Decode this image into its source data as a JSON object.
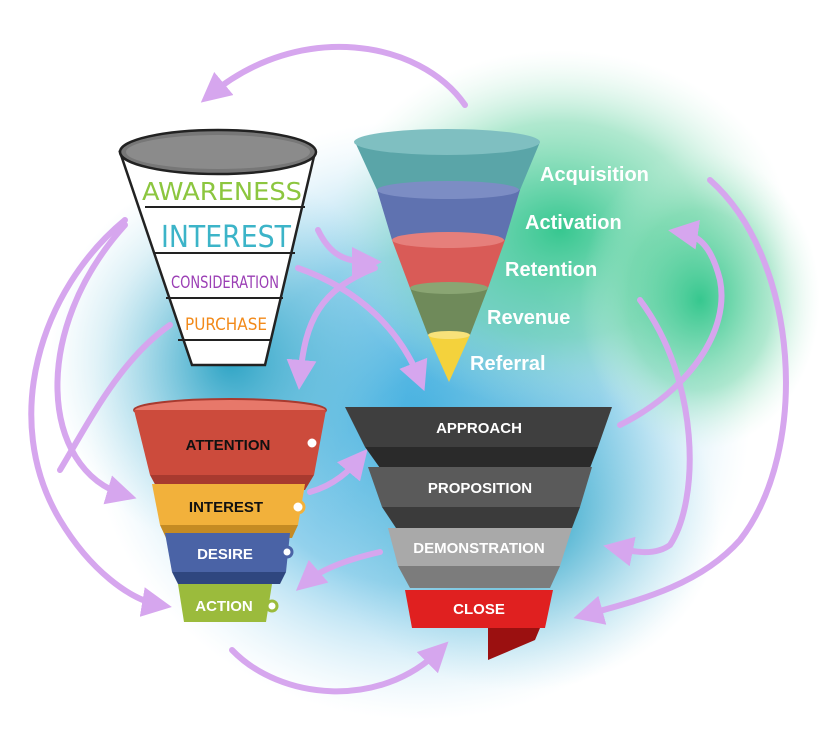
{
  "funnel_sketch": {
    "stages": [
      "AWARENESS",
      "INTEREST",
      "CONSIDERATION",
      "PURCHASE"
    ],
    "colors": [
      "#8cc63f",
      "#3cb4c8",
      "#9b3fb5",
      "#f28a1a"
    ]
  },
  "funnel_pirate": {
    "stages": [
      "Acquisition",
      "Activation",
      "Retention",
      "Revenue",
      "Referral"
    ],
    "colors": [
      "#5aa5a8",
      "#5f72b0",
      "#d95b57",
      "#6f8a5a",
      "#f4d23c"
    ]
  },
  "funnel_aida": {
    "stages": [
      "ATTENTION",
      "INTEREST",
      "DESIRE",
      "ACTION"
    ],
    "colors": [
      "#cc4b3c",
      "#f2b13b",
      "#4a63a6",
      "#9bbb3c"
    ]
  },
  "funnel_sales": {
    "stages": [
      "APPROACH",
      "PROPOSITION",
      "DEMONSTRATION",
      "CLOSE"
    ],
    "colors": [
      "#3f3f3f",
      "#5a5a5a",
      "#a9a9a9",
      "#e02020"
    ]
  },
  "colors": {
    "arrow": "#d6a6ee",
    "splash_blue": "#3da9d9",
    "splash_green": "#3fc38a"
  }
}
